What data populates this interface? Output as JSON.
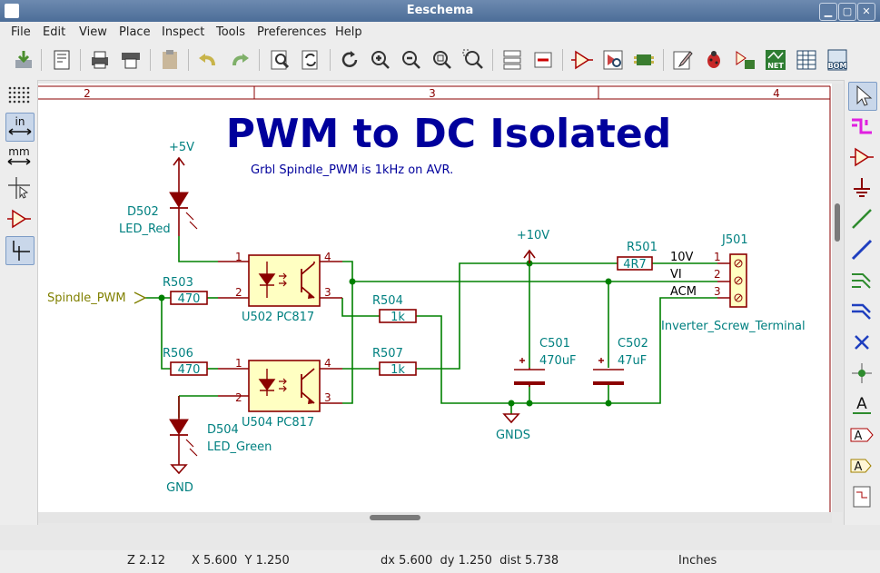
{
  "window": {
    "title": "Eeschema"
  },
  "menu": [
    "File",
    "Edit",
    "View",
    "Place",
    "Inspect",
    "Tools",
    "Preferences",
    "Help"
  ],
  "left_toolbar": {
    "units_in": "in",
    "units_mm": "mm"
  },
  "sheet": {
    "col_2": "2",
    "col_3": "3",
    "col_4": "4"
  },
  "schematic": {
    "title": "PWM to DC Isolated",
    "note": "Grbl Spindle_PWM is 1kHz on AVR.",
    "power_5v": "+5V",
    "power_10v": "+10V",
    "gnd": "GND",
    "gnds": "GNDS",
    "label_spindle": "Spindle_PWM",
    "d502": {
      "ref": "D502",
      "value": "LED_Red"
    },
    "d504": {
      "ref": "D504",
      "value": "LED_Green"
    },
    "r503": {
      "ref": "R503",
      "value": "470"
    },
    "r506": {
      "ref": "R506",
      "value": "470"
    },
    "r504": {
      "ref": "R504",
      "value": "1k"
    },
    "r507": {
      "ref": "R507",
      "value": "1k"
    },
    "r501": {
      "ref": "R501",
      "value": "4R7"
    },
    "u502": {
      "ref": "U502 PC817",
      "p1": "1",
      "p2": "2",
      "p3": "3",
      "p4": "4"
    },
    "u504": {
      "ref": "U504 PC817",
      "p1": "1",
      "p2": "2",
      "p3": "3",
      "p4": "4"
    },
    "c501": {
      "ref": "C501",
      "value": "470uF"
    },
    "c502": {
      "ref": "C502",
      "value": "47uF"
    },
    "j501": {
      "ref": "J501",
      "value": "Inverter_Screw_Terminal",
      "n1": "10V",
      "n2": "VI",
      "n3": "ACM",
      "p1": "1",
      "p2": "2",
      "p3": "3"
    }
  },
  "status": {
    "zoom": "Z 2.12",
    "xy": "X 5.600  Y 1.250",
    "delta": "dx 5.600  dy 1.250  dist 5.738",
    "units": "Inches"
  }
}
